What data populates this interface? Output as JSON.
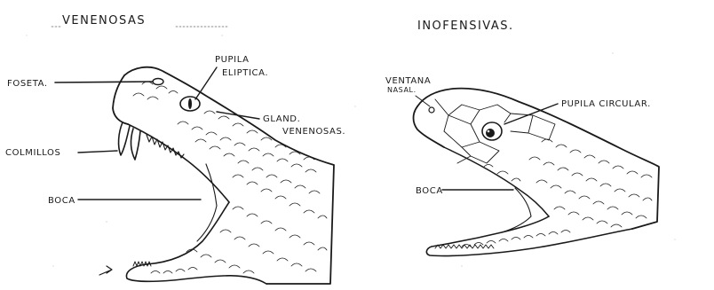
{
  "headings": {
    "venomous": "VENENOSAS",
    "harmless": "INOFENSIVAS."
  },
  "venomous_labels": {
    "pit": "FOSETA.",
    "pupil_line1": "PUPILA",
    "pupil_line2": "ELIPTICA.",
    "gland_line1": "GLAND.",
    "gland_line2": "VENENOSAS.",
    "fangs": "COLMILLOS",
    "mouth": "BOCA"
  },
  "harmless_labels": {
    "nostril_line1": "VENTANA",
    "nostril_line2": "NASAL.",
    "pupil": "PUPILA CIRCULAR.",
    "mouth": "BOCA"
  }
}
